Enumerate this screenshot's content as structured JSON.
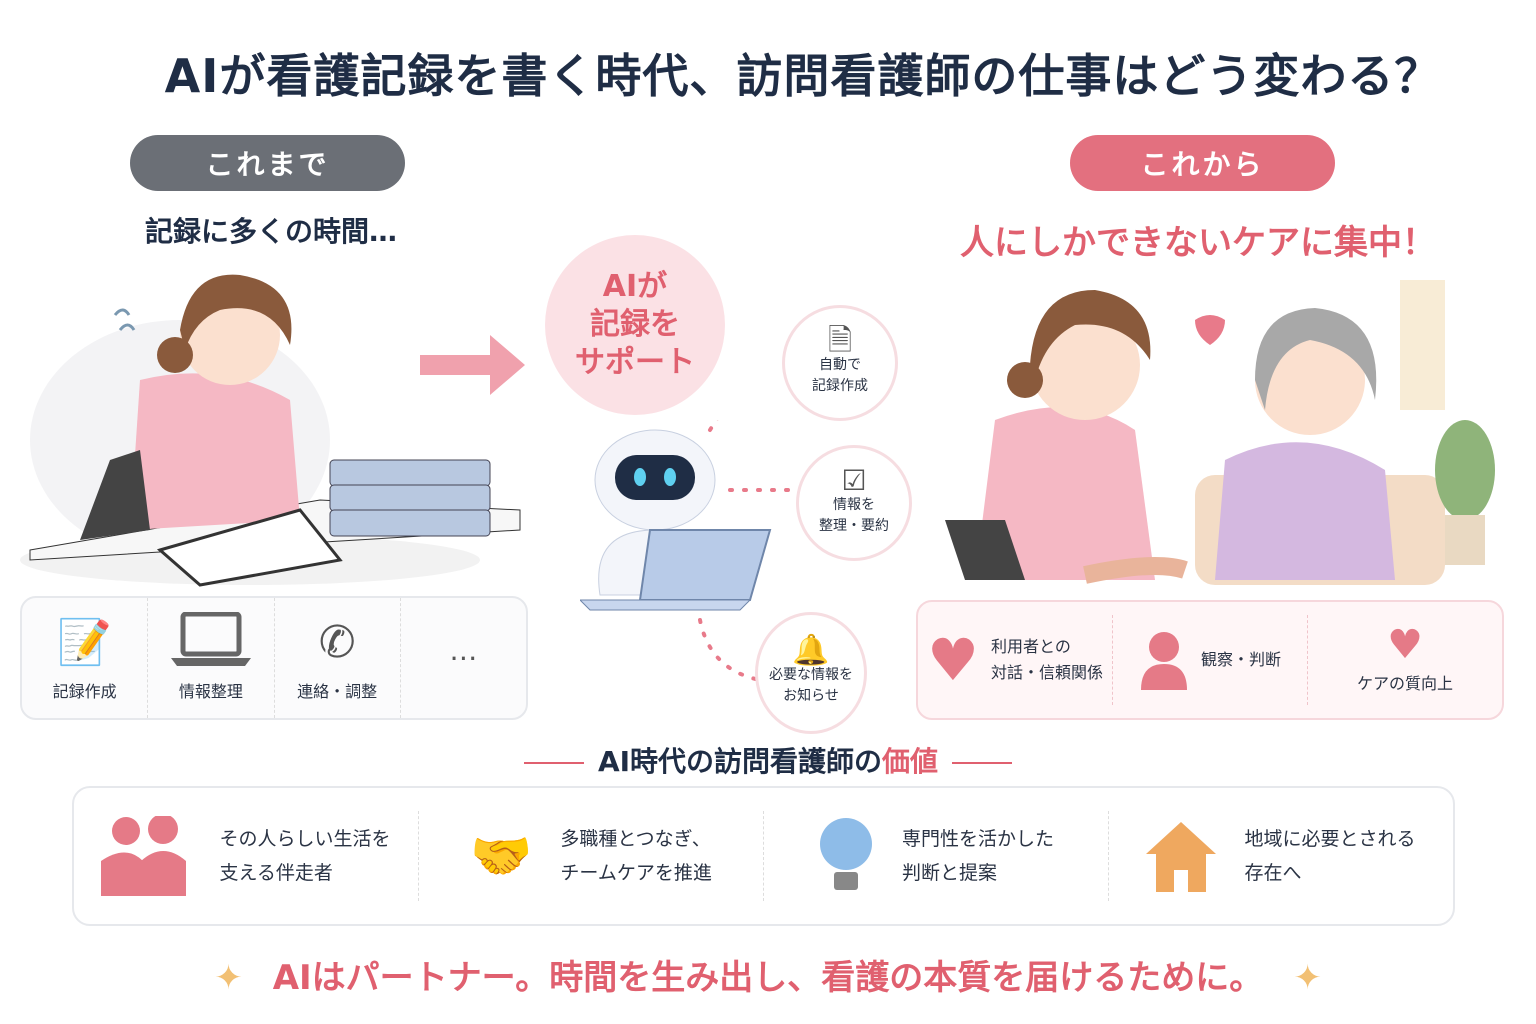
{
  "title": "AIが看護記録を書く時代、訪問看護師の仕事はどう変わる？",
  "before": {
    "label": "これまで",
    "subtitle": "記録に多くの時間…",
    "tasks": [
      {
        "label": "記録作成",
        "icon": "document-pen-icon"
      },
      {
        "label": "情報整理",
        "icon": "laptop-icon"
      },
      {
        "label": "連絡・調整",
        "icon": "phone-icon"
      },
      {
        "label": "…",
        "icon": "more-icon"
      }
    ]
  },
  "ai": {
    "line1": "AIが",
    "line2": "記録を",
    "line3": "サポート",
    "features": [
      {
        "line1": "自動で",
        "line2": "記録作成",
        "icon": "document-icon"
      },
      {
        "line1": "情報を",
        "line2": "整理・要約",
        "icon": "checklist-icon"
      },
      {
        "line1": "必要な情報を",
        "line2": "お知らせ",
        "icon": "bell-icon"
      }
    ]
  },
  "after": {
    "label": "これから",
    "subtitle": "人にしかできないケアに集中！",
    "values": [
      {
        "line1": "利用者との",
        "line2": "対話・信頼関係",
        "icon": "heart-icon"
      },
      {
        "line1": "観察・判断",
        "icon": "person-icon"
      },
      {
        "line1": "ケアの質向上",
        "icon": "heart-hands-icon"
      }
    ]
  },
  "section": {
    "title_main": "AI時代の訪問看護師の",
    "title_highlight": "価値",
    "items": [
      {
        "line1": "その人らしい生活を",
        "line2": "支える伴走者",
        "icon": "people-icon"
      },
      {
        "line1": "多職種とつなぎ、",
        "line2": "チームケアを推進",
        "icon": "handshake-icon"
      },
      {
        "line1": "専門性を活かした",
        "line2": "判断と提案",
        "icon": "lightbulb-icon"
      },
      {
        "line1": "地域に必要とされる",
        "line2": "存在へ",
        "icon": "house-icon"
      }
    ]
  },
  "footer": "AIはパートナー。時間を生み出し、看護の本質を届けるために。",
  "colors": {
    "navy": "#1f2d45",
    "pink": "#e0606f",
    "gray": "#6b6f76"
  }
}
